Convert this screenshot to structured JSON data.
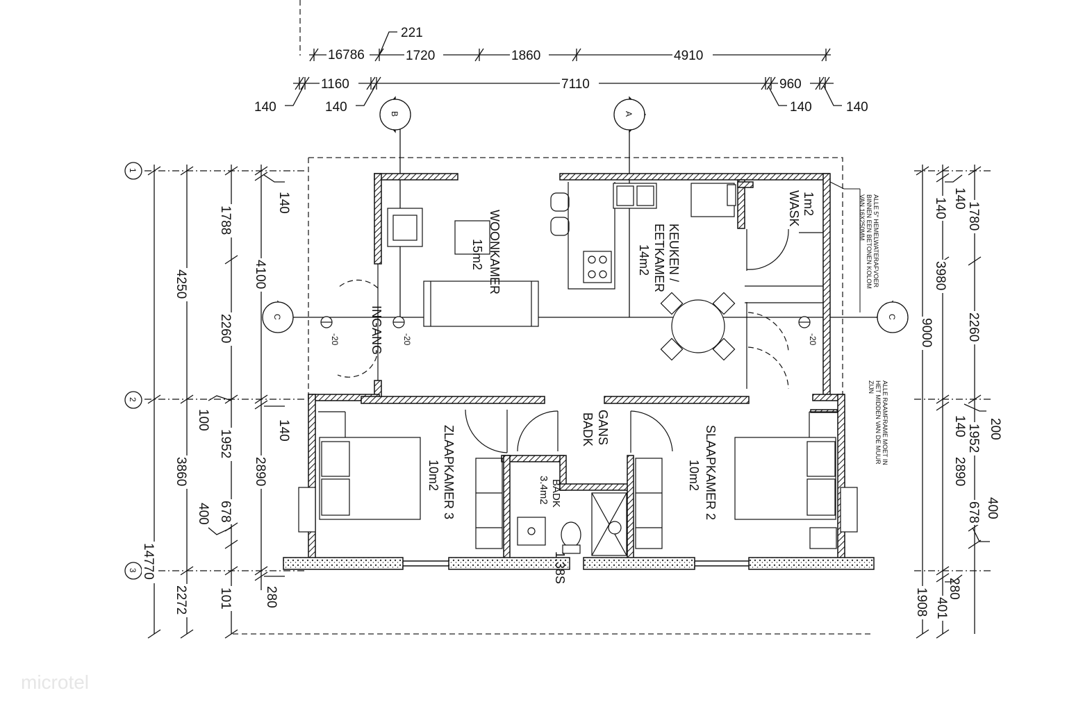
{
  "dimensions_top": {
    "row1": [
      "16786",
      "221",
      "1720",
      "1860",
      "4910"
    ],
    "row2": [
      "1160",
      "7110",
      "960"
    ],
    "wall": [
      "140",
      "140",
      "140",
      "140"
    ]
  },
  "dimensions_left": {
    "outer": [
      "4250",
      "3860",
      "14770",
      "2272"
    ],
    "mid": [
      "1788",
      "2260",
      "100",
      "1952",
      "400",
      "678",
      "101"
    ],
    "inner": [
      "140",
      "4100",
      "140",
      "2890",
      "280"
    ]
  },
  "dimensions_right": {
    "inner": [
      "140",
      "9000",
      "3980",
      "1908",
      "401",
      "280"
    ],
    "outer": [
      "1780",
      "140",
      "2260",
      "140",
      "200",
      "1952",
      "2890",
      "678",
      "400"
    ]
  },
  "grid_markers": [
    "1",
    "2",
    "3"
  ],
  "section_markers": [
    "B",
    "A",
    "C",
    "C"
  ],
  "levels": [
    "-20",
    "-20",
    "-20"
  ],
  "rooms": {
    "woonkamer": {
      "name": "WOONKAMER",
      "area": "15m2"
    },
    "keuken": {
      "name1": "KEUKEN /",
      "name2": "EETKAMER",
      "area": "14m2"
    },
    "wask": {
      "name": "WASK",
      "area": "1m2"
    },
    "ingang": {
      "name": "INGANG"
    },
    "gans": {
      "name1": "GANS",
      "name2": "BADK"
    },
    "badk": {
      "name": "BADK",
      "area": "3.4m2"
    },
    "slaap3": {
      "name": "ZLAAPKAMER 3",
      "area": "10m2"
    },
    "slaap2": {
      "name": "SLAAPKAMER 2",
      "area": "10m2"
    }
  },
  "notes": {
    "column": [
      "ALLE 5\" HEMELWATERAFVOER",
      "BINNEN EEN BETONEN KOLOM",
      "VAN 16X250MM"
    ],
    "frame": [
      "ALLE RAAMFRAME MOET IN",
      "HET MIDDEN VAN DE MUUR",
      "ZIJN"
    ]
  },
  "fixture_label": "1.38S",
  "watermark": "microtel"
}
